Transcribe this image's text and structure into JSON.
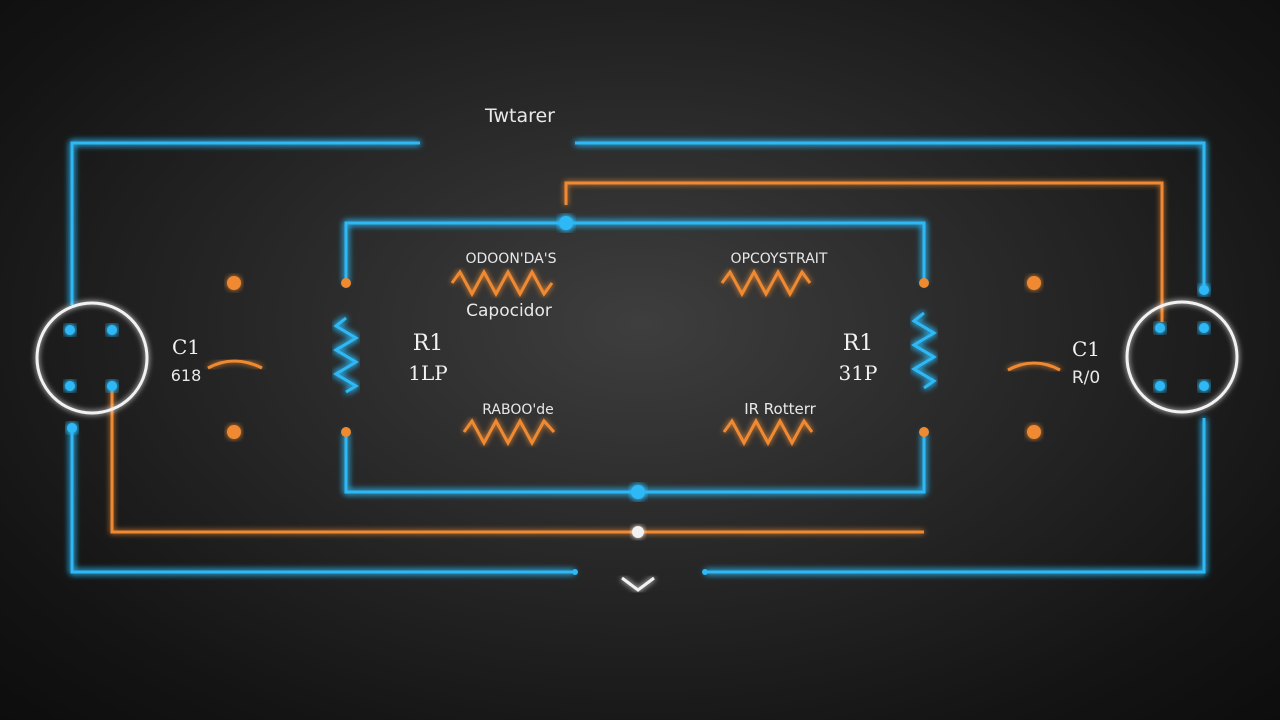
{
  "diagram": {
    "labels": {
      "top_component": "Twtarer",
      "resistor_top_left": "ODOON'DA'S",
      "capacitor_label": "Capocidor",
      "resistor_top_right": "OPCOYSTRAIT",
      "left_capacitor_name": "C1",
      "left_capacitor_value": "618",
      "left_resistor_name": "R1",
      "left_resistor_value": "1LP",
      "right_resistor_name": "R1",
      "right_resistor_value": "31P",
      "right_capacitor_name": "C1",
      "right_capacitor_value": "R/0",
      "resistor_bottom_left": "RABOO'de",
      "resistor_bottom_right": "IR Rotterr"
    },
    "colors": {
      "background": "#1a1a1a",
      "blue_wire": "#2fb8f5",
      "orange_wire": "#ef8a30",
      "white_component": "#f2f2f2"
    }
  }
}
